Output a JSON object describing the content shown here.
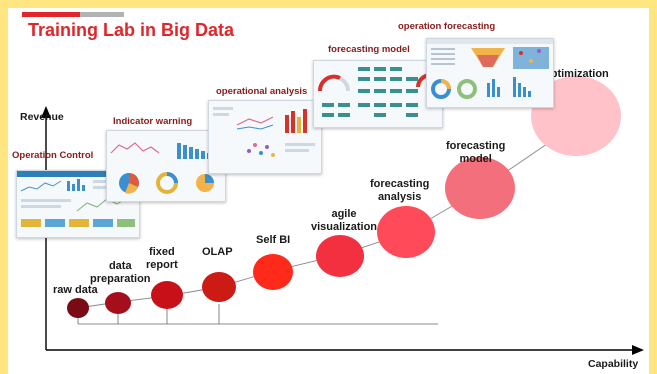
{
  "header": {
    "title": "Training Lab in Big Data",
    "accent_color": "#e0262b"
  },
  "axes": {
    "y_label": "Revenue",
    "x_label": "Capability"
  },
  "stages": [
    {
      "label": "raw data",
      "color": "#7a0a14"
    },
    {
      "label": "data\npreparation",
      "color": "#a50e1c"
    },
    {
      "label": "fixed\nreport",
      "color": "#c81018"
    },
    {
      "label": "OLAP",
      "color": "#cc1a14"
    },
    {
      "label": "Self BI",
      "color": "#ff2a1a"
    },
    {
      "label": "agile\nvisualization",
      "color": "#f23040"
    },
    {
      "label": "forecasting\nanalysis",
      "color": "#ff4a5a"
    },
    {
      "label": "forecasting\nmodel",
      "color": "#f46f7c"
    },
    {
      "label": "optimization",
      "color": "#ffc2c8"
    }
  ],
  "panels": [
    {
      "label": "Operation Control",
      "icon": "dashboard-screenshot"
    },
    {
      "label": "Indicator warning",
      "icon": "dashboard-screenshot"
    },
    {
      "label": "operational analysis",
      "icon": "dashboard-screenshot"
    },
    {
      "label": "forecasting model",
      "icon": "dashboard-screenshot"
    },
    {
      "label": "operation forecasting",
      "icon": "dashboard-screenshot"
    }
  ]
}
